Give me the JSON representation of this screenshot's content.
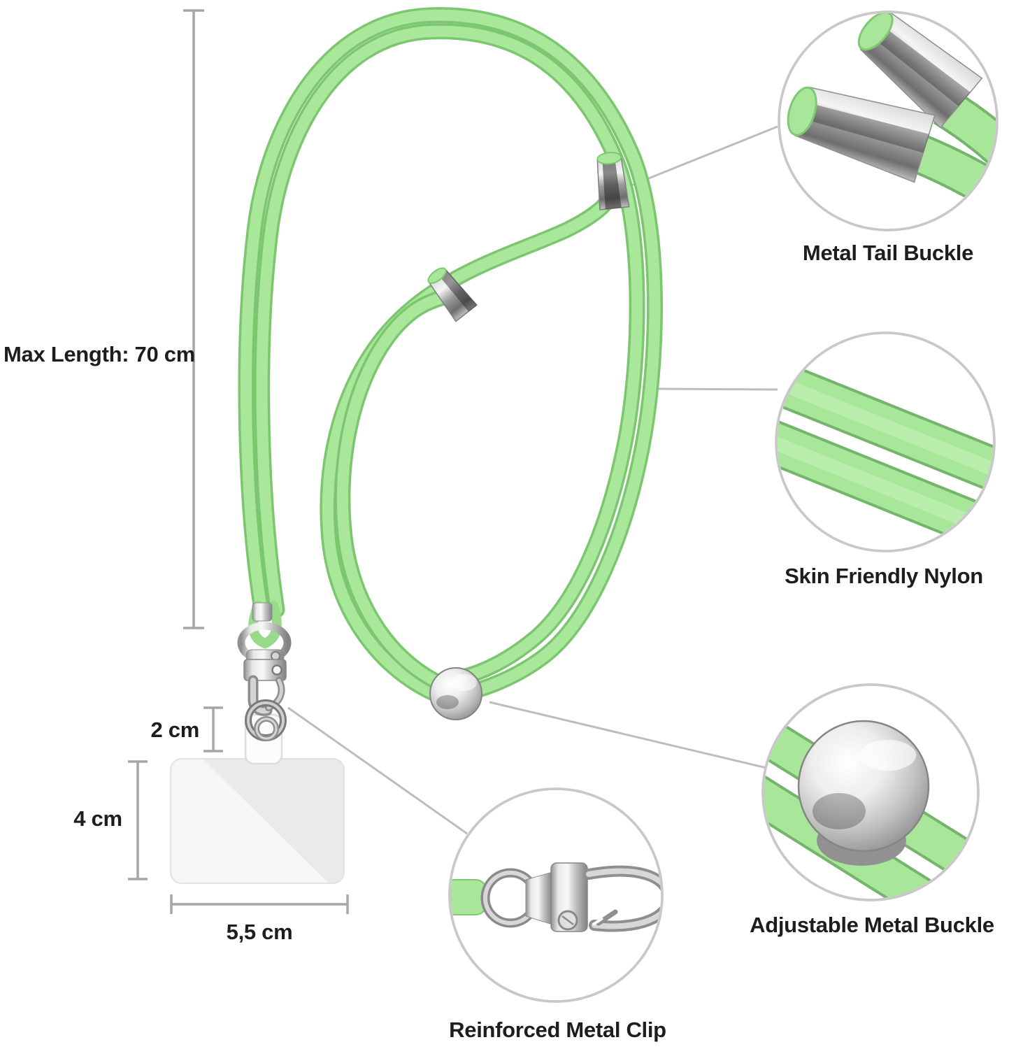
{
  "colors": {
    "background": "#ffffff",
    "cord_green": "#a8e79a",
    "cord_green_dark": "#7cc66f",
    "metal_silver": "#c9c9c9",
    "callout_circle_border": "#c8c8c8",
    "callout_line": "#bdbdbd",
    "measurement_line": "#a6a6a6",
    "text": "#1d1d1d"
  },
  "measurements": {
    "max_length": "Max Length: 70 cm",
    "tab_height": "2 cm",
    "card_height": "4 cm",
    "card_width": "5,5 cm"
  },
  "callouts": {
    "tail_buckle": "Metal Tail Buckle",
    "nylon": "Skin Friendly Nylon",
    "adjustable_buckle": "Adjustable Metal Buckle",
    "metal_clip": "Reinforced Metal Clip"
  }
}
